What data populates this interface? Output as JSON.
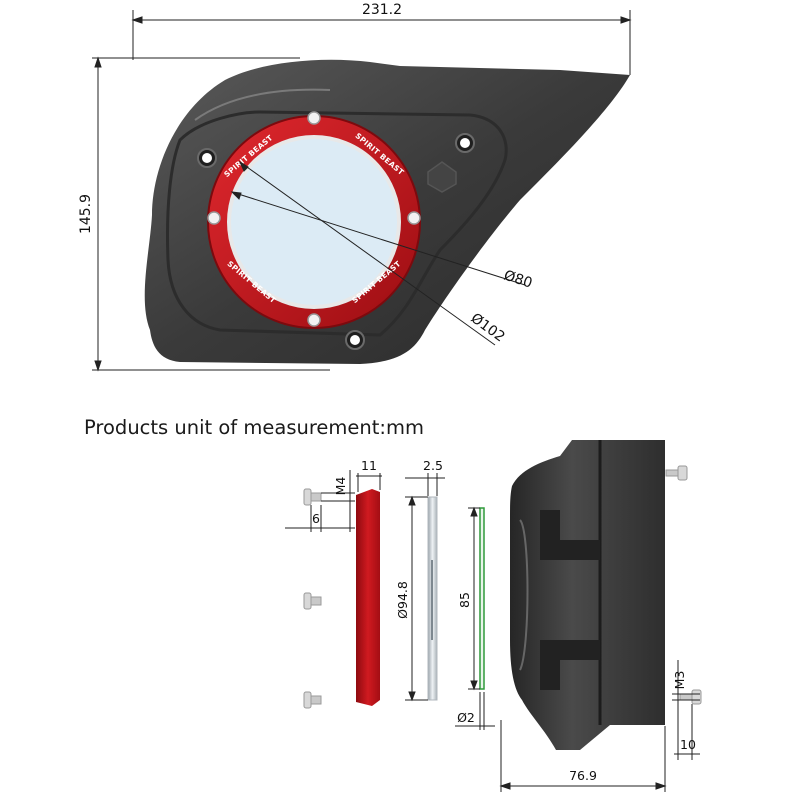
{
  "caption": "Products unit of measurement:mm",
  "top_view": {
    "width_label": "231.2",
    "height_label": "145.9",
    "window_diameter_label": "Ø80",
    "ring_diameter_label": "Ø102",
    "ring_text": [
      "SPIRIT BEAST",
      "SPIRIT BEAST",
      "SPIRIT BEAST",
      "SPIRIT BEAST"
    ]
  },
  "exploded_view": {
    "ring_thickness_label": "11",
    "bolt_thread_label": "M4",
    "bolt_length_label": "6",
    "plate_thickness_label": "2.5",
    "plate_diameter_label": "Ø94.8",
    "glass_height_label": "85",
    "glass_thickness_label": "Ø2",
    "side_thread_label": "M3",
    "side_bolt_length_label": "10",
    "cover_depth_label": "76.9"
  },
  "colors": {
    "cover": "#3b3b3b",
    "ring": "#c8141c",
    "window": "#dcebf5",
    "glass_edge": "#2f9a3a",
    "dimension_line": "#222222"
  }
}
